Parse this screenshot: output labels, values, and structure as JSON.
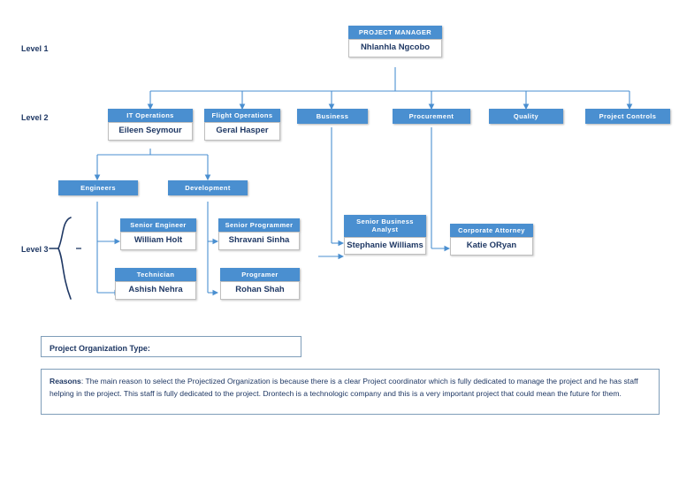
{
  "document": {
    "type": "organization-chart",
    "levels": [
      {
        "label": "Level 1"
      },
      {
        "label": "Level 2"
      },
      {
        "label": "Level 3"
      }
    ]
  },
  "chart": {
    "level1": [
      {
        "title": "PROJECT MANAGER",
        "name": "Nhlanhla Ngcobo"
      }
    ],
    "level2": [
      {
        "title": "IT Operations",
        "name": "Eileen Seymour"
      },
      {
        "title": "Flight Operations",
        "name": "Geral Hasper"
      },
      {
        "title": "Business",
        "name": ""
      },
      {
        "title": "Procurement",
        "name": ""
      },
      {
        "title": "Quality",
        "name": ""
      },
      {
        "title": "Project Controls",
        "name": ""
      }
    ],
    "level2b": [
      {
        "title": "Engineers",
        "name": ""
      },
      {
        "title": "Development",
        "name": ""
      }
    ],
    "level3": [
      {
        "title": "Senior Engineer",
        "name": "William Holt"
      },
      {
        "title": "Technician",
        "name": "Ashish Nehra"
      },
      {
        "title": "Senior Programmer",
        "name": "Shravani Sinha"
      },
      {
        "title": "Programer",
        "name": "Rohan Shah"
      },
      {
        "title": "Senior Business Analyst",
        "name": "Stephanie Williams"
      },
      {
        "title": "Corporate Attorney",
        "name": "Katie ORyan"
      }
    ]
  },
  "form": {
    "org_type_label": "Project Organization Type:",
    "org_type_value": "",
    "reasons_label": "Reasons",
    "reasons_text": ": The main reason to select the Projectized Organization is because there is a clear Project coordinator which is fully dedicated to manage the project and he has staff helping in the project. This staff is fully dedicated to the project. Drontech is a technologic company and this is a very important project that could mean the future for them."
  },
  "colors": {
    "header_blue": "#4A8FD0",
    "line_blue": "#4A8FD0",
    "text_navy": "#1F3864",
    "box_border": "#BFBFBF",
    "form_border": "#7F9DB9"
  }
}
